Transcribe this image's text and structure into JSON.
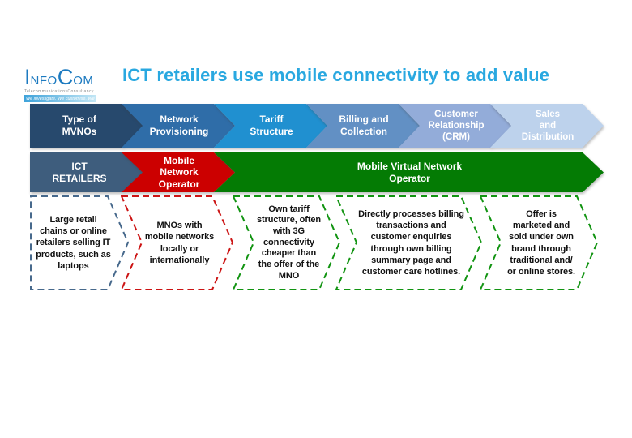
{
  "logo": {
    "name_parts": {
      "i": "I",
      "nfo": "NFO",
      "c": "C",
      "om": "OM"
    },
    "subtitle": "TelecommunicationsConsultancy",
    "tagline": "We investigate. We customise. We deliver."
  },
  "title": "ICT retailers use mobile connectivity to add value",
  "title_color": "#29A8E0",
  "process_row": {
    "steps": [
      {
        "label": "Type of\nMVNOs",
        "color": "#27496D",
        "text_color": "#FFFFFF"
      },
      {
        "label": "Network\nProvisioning",
        "color": "#2F6DA8",
        "text_color": "#FFFFFF"
      },
      {
        "label": "Tariff\nStructure",
        "color": "#2090D0",
        "text_color": "#FFFFFF"
      },
      {
        "label": "Billing and\nCollection",
        "color": "#6290C4",
        "text_color": "#FFFFFF"
      },
      {
        "label": "Customer\nRelationship\n(CRM)",
        "color": "#93ACD9",
        "text_color": "#FFFFFF"
      },
      {
        "label": "Sales\nand\nDistribution",
        "color": "#BDD2EC",
        "text_color": "#FFFFFF"
      }
    ]
  },
  "actor_row": {
    "steps": [
      {
        "label": "ICT\nRETAILERS",
        "color": "#3E5D7D",
        "text_color": "#FFFFFF"
      },
      {
        "label": "Mobile\nNetwork\nOperator",
        "color": "#CC0000",
        "text_color": "#FFFFFF"
      },
      {
        "label": "Mobile Virtual Network\nOperator",
        "color": "#047B04",
        "text_color": "#FFFFFF"
      }
    ]
  },
  "detail_row": {
    "boxes": [
      {
        "text": "Large retail\nchains or online\nretailers selling IT\nproducts, such as\nlaptops",
        "border_color": "#47698C"
      },
      {
        "text": "MNOs with\nmobile networks\nlocally or\ninternationally",
        "border_color": "#CC1414"
      },
      {
        "text": "Own tariff\nstructure, often\nwith 3G\nconnectivity\ncheaper than\nthe offer of the\nMNO",
        "border_color": "#129412"
      },
      {
        "text": "Directly processes billing\ntransactions and\ncustomer enquiries\nthrough own billing\nsummary page and\ncustomer care hotlines.",
        "border_color": "#129412"
      },
      {
        "text": "Offer is\nmarketed and\nsold under own\nbrand through\ntraditional and/\nor online stores.",
        "border_color": "#129412"
      }
    ]
  }
}
